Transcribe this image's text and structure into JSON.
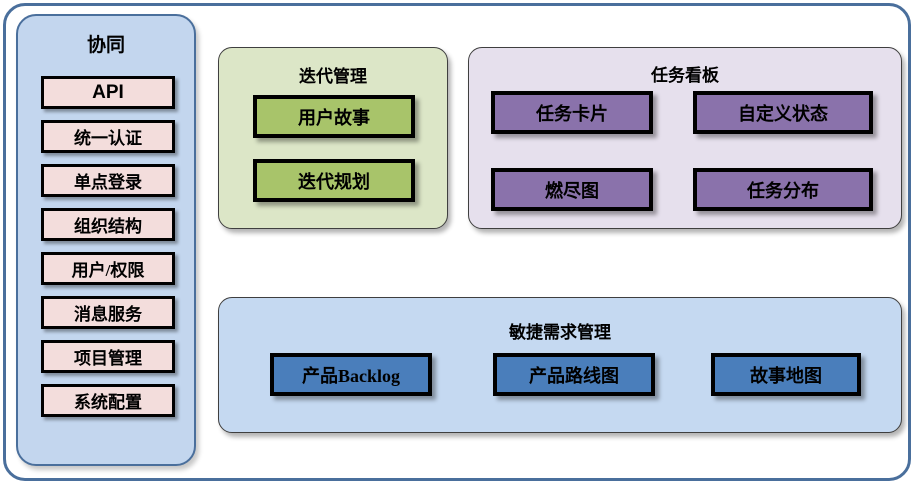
{
  "diagram": {
    "sidebar": {
      "title": "协同",
      "accent_color": "#c3d6ee",
      "item_color": "#f3dddc",
      "items": [
        {
          "label": "API",
          "style": "latin"
        },
        {
          "label": "统一认证",
          "style": "cjk"
        },
        {
          "label": "单点登录",
          "style": "cjk"
        },
        {
          "label": "组织结构",
          "style": "cjk"
        },
        {
          "label": "用户/权限",
          "style": "cjk"
        },
        {
          "label": "消息服务",
          "style": "cjk"
        },
        {
          "label": "项目管理",
          "style": "cjk"
        },
        {
          "label": "系统配置",
          "style": "cjk"
        }
      ]
    },
    "iteration": {
      "title": "迭代管理",
      "panel_color": "#dce6c7",
      "box_color": "#a8c46a",
      "boxes": [
        {
          "label": "用户故事"
        },
        {
          "label": "迭代规划"
        }
      ]
    },
    "taskboard": {
      "title": "任务看板",
      "panel_color": "#e6e0ed",
      "box_color": "#8a72ab",
      "boxes": [
        {
          "label": "任务卡片"
        },
        {
          "label": "自定义状态"
        },
        {
          "label": "燃尽图"
        },
        {
          "label": "任务分布"
        }
      ]
    },
    "agile": {
      "title": "敏捷需求管理",
      "panel_color": "#c5d9f1",
      "box_color": "#4a7ebb",
      "boxes": [
        {
          "label": "产品Backlog"
        },
        {
          "label": "产品路线图"
        },
        {
          "label": "故事地图"
        }
      ]
    }
  }
}
